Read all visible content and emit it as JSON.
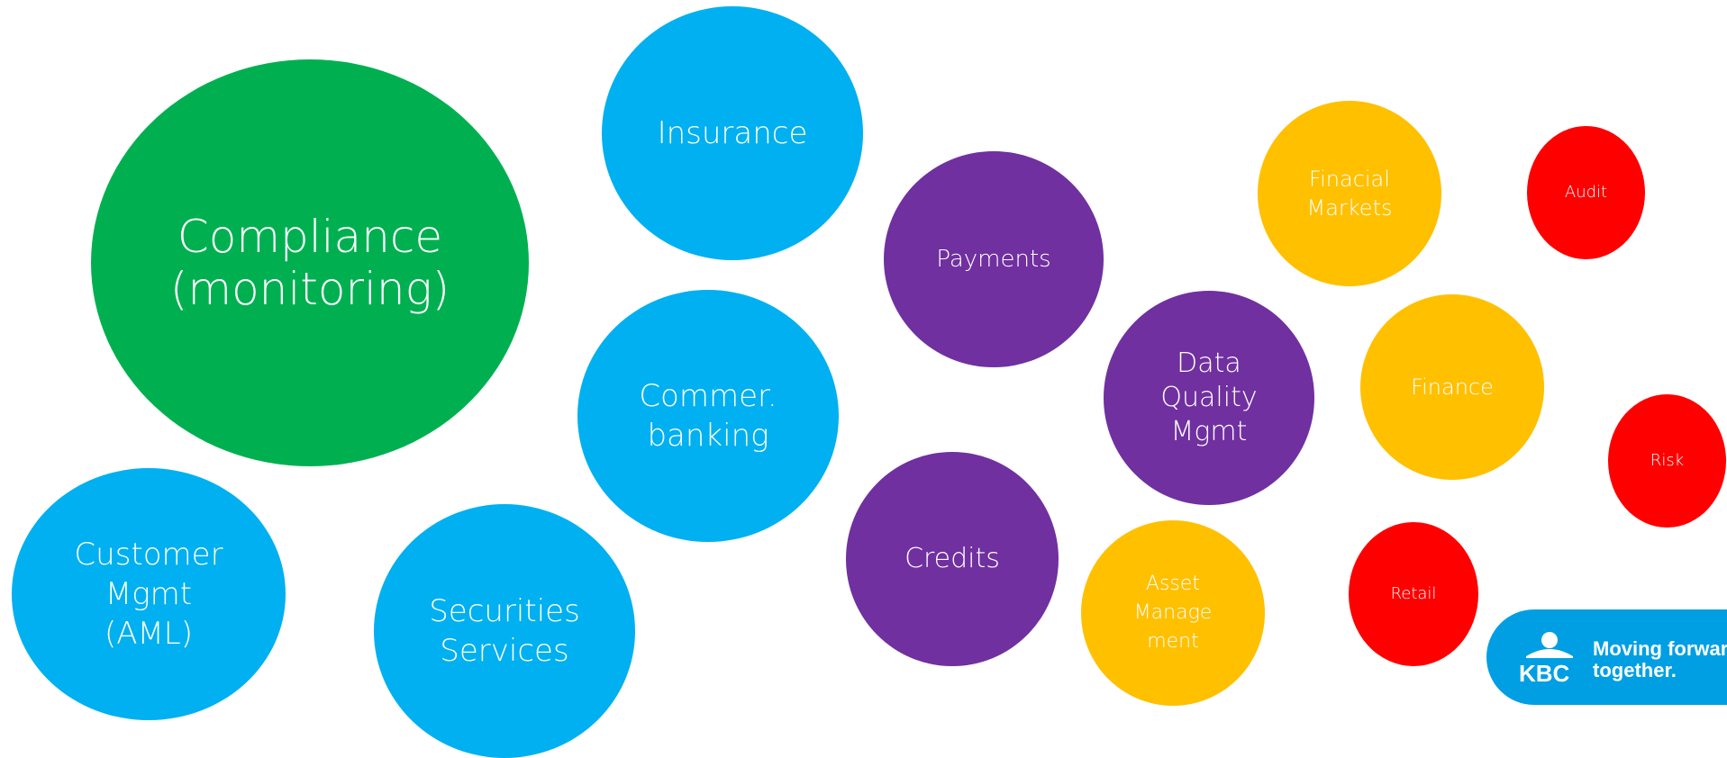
{
  "bubbles": {
    "compliance": {
      "label": "Compliance\n(monitoring)",
      "color": "#00b050"
    },
    "insurance": {
      "label": "Insurance",
      "color": "#00b0f0"
    },
    "commercial_banking": {
      "label": "Commer.\nbanking",
      "color": "#00b0f0"
    },
    "customer_mgmt": {
      "label": "Customer\nMgmt\n(AML)",
      "color": "#00b0f0"
    },
    "securities_services": {
      "label": "Securities\nServices",
      "color": "#00b0f0"
    },
    "payments": {
      "label": "Payments",
      "color": "#7030a0"
    },
    "data_quality": {
      "label": "Data\nQuality\nMgmt",
      "color": "#7030a0"
    },
    "credits": {
      "label": "Credits",
      "color": "#7030a0"
    },
    "financial_markets": {
      "label": "Finacial\nMarkets",
      "color": "#ffc000"
    },
    "finance": {
      "label": "Finance",
      "color": "#ffc000"
    },
    "asset_management": {
      "label": "Asset\nManage\nment",
      "color": "#ffc000"
    },
    "audit": {
      "label": "Audit",
      "color": "#ff0000"
    },
    "risk": {
      "label": "Risk",
      "color": "#ff0000"
    },
    "retail": {
      "label": "Retail",
      "color": "#ff0000"
    }
  },
  "branding": {
    "logo_text": "KBC",
    "tagline_line1": "Moving forward",
    "tagline_line2": "together.",
    "badge_color": "#009fe3"
  }
}
